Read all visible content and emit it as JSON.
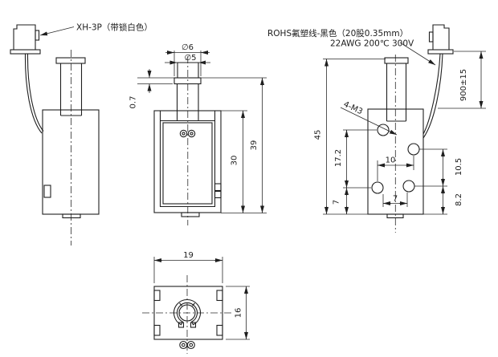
{
  "annotations": {
    "connector_label": "XH-3P（带锁白色）",
    "wire_spec_line1": "ROHS氟塑线-黑色（20股0.35mm）",
    "wire_spec_line2": "22AWG 200℃ 300V",
    "thread_callout": "4-M3"
  },
  "dimensions": {
    "front_view": {
      "plunger_outer_dia": "∅6",
      "plunger_dia": "∅5",
      "groove_width": "0.7",
      "coil_height": "30",
      "body_height": "39"
    },
    "side_view": {
      "overall_height": "45",
      "hole_spacing_vertical": "17.2",
      "hole_bottom_offset": "7",
      "hole_spacing_horizontal": "10",
      "right_hole_spacing": "10.5",
      "right_hole_bottom": "8.2",
      "lower_hole_spacing": "7",
      "lead_length": "900±15"
    },
    "bottom_view": {
      "width": "19",
      "depth": "16"
    }
  },
  "colors": {
    "line": "#1f1f1f",
    "background": "#ffffff"
  }
}
